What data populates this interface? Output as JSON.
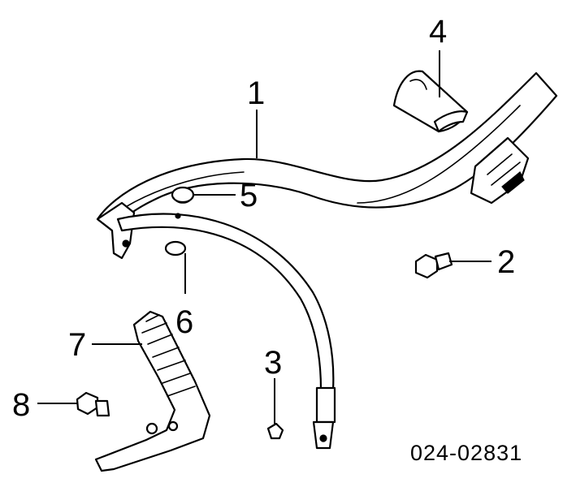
{
  "diagram": {
    "callouts": [
      {
        "id": "1",
        "label": "1"
      },
      {
        "id": "2",
        "label": "2"
      },
      {
        "id": "3",
        "label": "3"
      },
      {
        "id": "4",
        "label": "4"
      },
      {
        "id": "5",
        "label": "5"
      },
      {
        "id": "6",
        "label": "6"
      },
      {
        "id": "7",
        "label": "7"
      },
      {
        "id": "8",
        "label": "8"
      }
    ],
    "document_number": "024-02831"
  }
}
